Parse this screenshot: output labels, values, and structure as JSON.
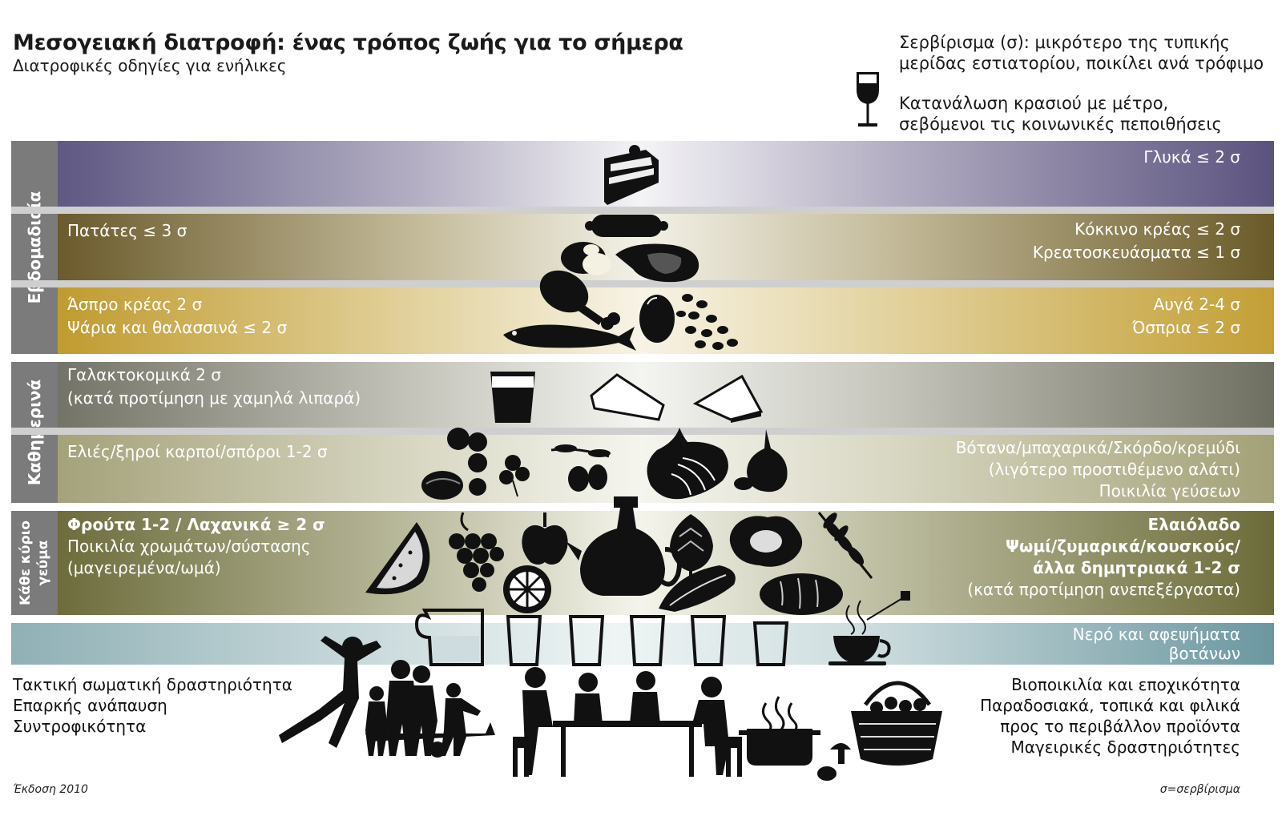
{
  "header": {
    "title": "Μεσογειακή  διατροφή: ένας τρόπος ζωής για το σήμερα",
    "subtitle": "Διατροφικές οδηγίες για ενήλικες"
  },
  "notes": {
    "serving_line1": "Σερβίρισμα (σ): μικρότερο της τυπικής",
    "serving_line2": "μερίδας εστιατορίου, ποικίλει ανά τρόφιμο",
    "wine_line1": "Κατανάλωση κρασιού με μέτρο,",
    "wine_line2": "σεβόμενοι τις κοινωνικές πεποιθήσεις",
    "wine_icon": "wine-glass-icon"
  },
  "side_labels": {
    "weekly": "Εβδομαδιαία",
    "daily": "Καθημερινά",
    "every_meal_line1": "Κάθε κύριο",
    "every_meal_line2": "γεύμα"
  },
  "bands": {
    "sweets": {
      "right": "Γλυκά ≤ 2 σ",
      "color": "#5d5580"
    },
    "meat": {
      "left": "Πατάτες ≤ 3 σ",
      "right1": "Κόκκινο κρέας ≤ 2 σ",
      "right2": "Κρεατοσκευάσματα ≤ 1 σ",
      "color": "#6e5c2a"
    },
    "poultry": {
      "left1": "Άσπρο κρέας  2 σ",
      "left2": "Ψάρια και θαλασσινά ≤ 2 σ",
      "right1": "Αυγά 2-4 σ",
      "right2": "Όσπρια ≤ 2 σ",
      "color": "#c5a23a"
    },
    "dairy": {
      "left1": "Γαλακτοκομικά 2 σ",
      "left2": "(κατά προτίμηση με χαμηλά λιπαρά)",
      "color": "#76766a"
    },
    "olives": {
      "left": "Ελιές/ξηροί καρποί/σπόροι 1-2 σ",
      "right1": "Βότανα/μπαχαρικά/Σκόρδο/κρεμύδι",
      "right2": "(λιγότερο προστιθέμενο αλάτι)",
      "right3": "Ποικιλία γεύσεων",
      "color": "#a4a27a"
    },
    "fruits": {
      "left1": "Φρούτα 1-2 / Λαχανικά  ≥ 2 σ",
      "left2": "Ποικιλία χρωμάτων/σύστασης",
      "left3": "(μαγειρεμένα/ωμά)",
      "right1": "Ελαιόλαδο",
      "right2": "Ψωμί/ζυμαρικά/κουσκούς/",
      "right3": "άλλα δημητριακά 1-2 σ",
      "right4": "(κατά προτίμηση ανεπεξέργαστα)",
      "color": "#6c6c3c"
    },
    "water": {
      "right1": "Νερό και αφεψήματα",
      "right2": "βοτάνων",
      "color": "#6e9aa2"
    }
  },
  "footer": {
    "left1": "Τακτική σωματική δραστηριότητα",
    "left2": "Επαρκής ανάπαυση",
    "left3": "Συντροφικότητα",
    "right1": "Βιοποικιλία και εποχικότητα",
    "right2": "Παραδοσιακά, τοπικά και φιλικά",
    "right3": "προς το περιβάλλον προϊόντα",
    "right4": "Μαγειρικές δραστηριότητες",
    "edition": "Έκδοση 2010",
    "legend": "σ=σερβίρισμα"
  },
  "icons": [
    "cake-icon",
    "sausage-icon",
    "potatoes-icon",
    "steak-icon",
    "chicken-leg-icon",
    "egg-icon",
    "beans-icon",
    "fish-icon",
    "yogurt-icon",
    "cheese-icon",
    "cheese-wedge-icon",
    "nuts-icon",
    "parsley-icon",
    "olives-icon",
    "onion-icon",
    "garlic-icon",
    "watermelon-icon",
    "grapes-icon",
    "apple-icon",
    "orange-icon",
    "olive-oil-jug-icon",
    "artichoke-icon",
    "cabbage-icon",
    "wheat-icon",
    "lettuce-icon",
    "bread-icon",
    "water-jug-icon",
    "water-glass-icon",
    "tea-cup-icon",
    "exercising-person-icon",
    "family-icon",
    "dining-table-icon",
    "cooking-pot-icon",
    "mushroom-icon",
    "basket-icon"
  ]
}
